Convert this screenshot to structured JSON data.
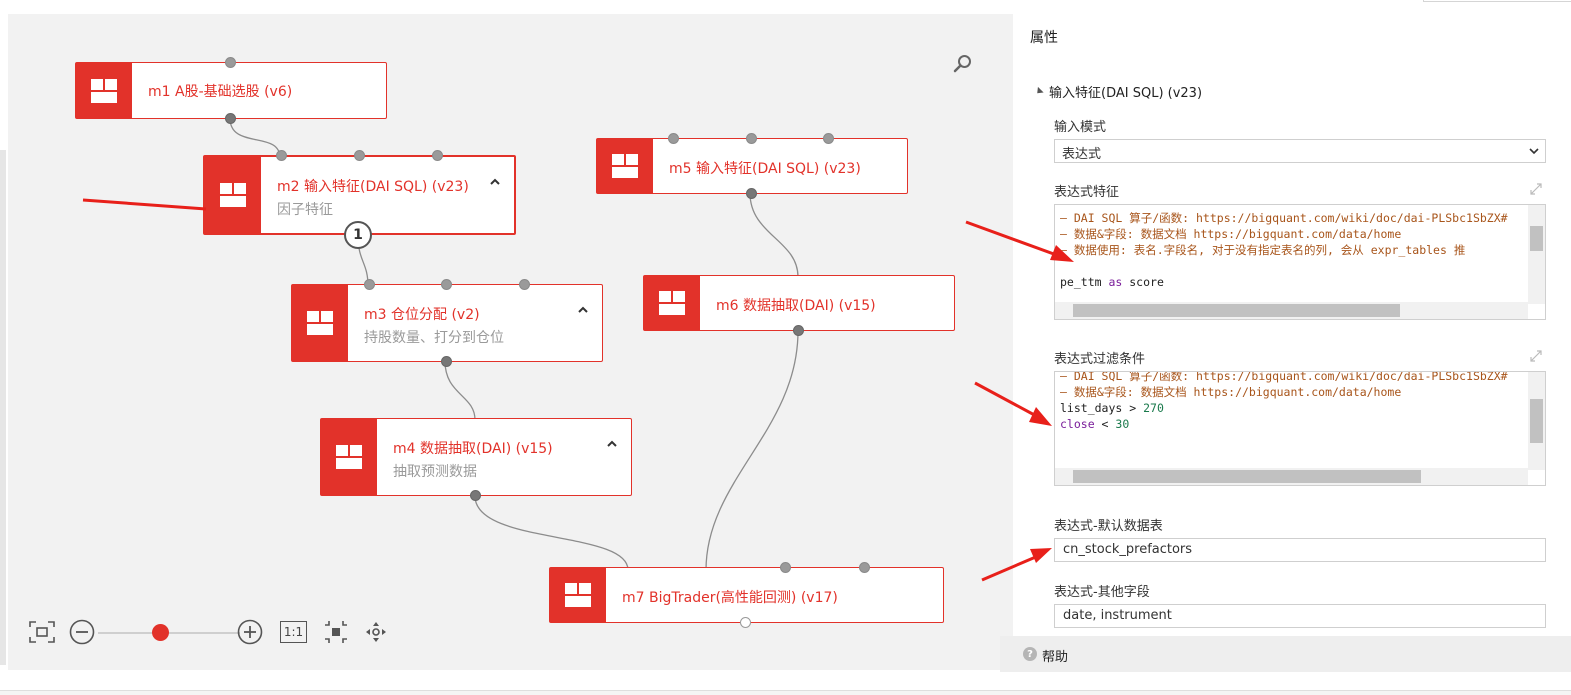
{
  "panel": {
    "title": "属性",
    "section_title": "输入特征(DAI SQL) (v23)",
    "input_mode_label": "输入模式",
    "input_mode_value": "表达式",
    "expr_features_label": "表达式特征",
    "expr_features_code": [
      {
        "kind": "com",
        "text": "— DAI SQL 算子/函数: https://bigquant.com/wiki/doc/dai-PLSbc1SbZX#"
      },
      {
        "kind": "com",
        "text": "— 数据&字段: 数据文档 https://bigquant.com/data/home"
      },
      {
        "kind": "com",
        "text": "— 数据使用: 表名.字段名, 对于没有指定表名的列, 会从 expr_tables 推"
      },
      {
        "kind": "plain",
        "text": ""
      },
      {
        "kind": "expr1",
        "a": "pe_ttm ",
        "kw": "as",
        "b": " score"
      }
    ],
    "expr_filter_label": "表达式过滤条件",
    "expr_filter_code": [
      {
        "kind": "com",
        "text": "— DAI SQL 算子/函数: https://bigquant.com/wiki/doc/dai-PLSbc1SbZX#"
      },
      {
        "kind": "com",
        "text": "— 数据&字段: 数据文档 https://bigquant.com/data/home"
      },
      {
        "kind": "expr2",
        "a": "list_days > ",
        "num": "270"
      },
      {
        "kind": "expr3",
        "kw": "close",
        "a": " < ",
        "num": "30"
      }
    ],
    "default_table_label": "表达式-默认数据表",
    "default_table_value": "cn_stock_prefactors",
    "other_fields_label": "表达式-其他字段",
    "other_fields_value": "date, instrument",
    "help_label": "帮助"
  },
  "modules": [
    {
      "id": "m1",
      "title": "m1 A股-基础选股 (v6)",
      "subtitle": ""
    },
    {
      "id": "m2",
      "title": "m2 输入特征(DAI SQL) (v23)",
      "subtitle": "因子特征",
      "badge": "1"
    },
    {
      "id": "m3",
      "title": "m3 仓位分配 (v2)",
      "subtitle": "持股数量、打分到仓位"
    },
    {
      "id": "m4",
      "title": "m4 数据抽取(DAI) (v15)",
      "subtitle": "抽取预测数据"
    },
    {
      "id": "m5",
      "title": "m5 输入特征(DAI SQL) (v23)",
      "subtitle": ""
    },
    {
      "id": "m6",
      "title": "m6 数据抽取(DAI) (v15)",
      "subtitle": ""
    },
    {
      "id": "m7",
      "title": "m7 BigTrader(高性能回测) (v17)",
      "subtitle": ""
    }
  ],
  "toolbar": {
    "fit_icon": "fit-screen-icon",
    "zoom_out_icon": "zoom-out-icon",
    "zoom_in_icon": "zoom-in-icon",
    "zoom_level": 0.3,
    "one_to_one": "1:1",
    "fullscreen_icon": "fullscreen-icon",
    "pan_icon": "pan-icon"
  },
  "colors": {
    "accent": "#e2322a",
    "canvas_bg": "#f2f2f2",
    "comment": "#a8551b",
    "keyword": "#7a1e9a",
    "number": "#1a7a4c"
  }
}
